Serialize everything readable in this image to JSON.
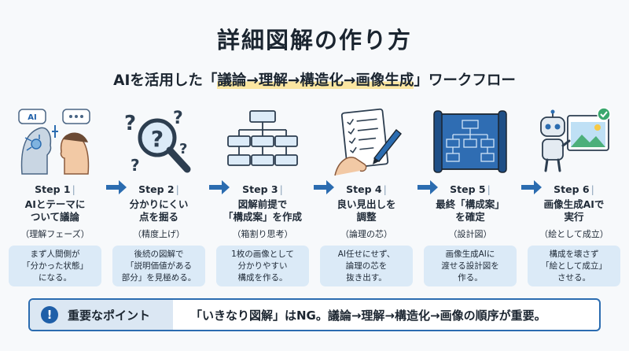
{
  "title": "詳細図解の作り方",
  "subtitle": {
    "prefix": "AIを活用した「",
    "highlight": "議論→理解→構造化→画像生成",
    "suffix": "」ワークフロー"
  },
  "steps": [
    {
      "label": "Step 1",
      "desc1": "AIとテーマに",
      "desc2": "ついて議論",
      "sub": "（理解フェーズ）",
      "box": [
        "まず人間側が",
        "「分かった状態」",
        "になる。"
      ],
      "icon": "ai-human-dialogue-icon"
    },
    {
      "label": "Step 2",
      "desc1": "分かりにくい",
      "desc2": "点を掘る",
      "sub": "（精度上げ）",
      "box": [
        "後続の図解で",
        "「説明価値がある",
        "部分」を見極める。"
      ],
      "icon": "magnifier-question-icon"
    },
    {
      "label": "Step 3",
      "desc1": "図解前提で",
      "desc2": "「構成案」を作成",
      "sub": "（箱割り思考）",
      "box": [
        "1枚の画像として",
        "分かりやすい",
        "構成を作る。"
      ],
      "icon": "flowchart-icon"
    },
    {
      "label": "Step 4",
      "desc1": "良い見出しを",
      "desc2": "調整",
      "sub": "（論理の芯）",
      "box": [
        "AI任せにせず、",
        "論理の芯を",
        "抜き出す。"
      ],
      "icon": "checklist-pen-icon"
    },
    {
      "label": "Step 5",
      "desc1": "最終「構成案」",
      "desc2": "を確定",
      "sub": "（設計図）",
      "box": [
        "画像生成AIに",
        "渡せる設計図を",
        "作る。"
      ],
      "icon": "blueprint-icon"
    },
    {
      "label": "Step 6",
      "desc1": "画像生成AIで",
      "desc2": "実行",
      "sub": "（絵として成立）",
      "box": [
        "構成を壊さず",
        "「絵として成立」",
        "させる。"
      ],
      "icon": "robot-image-icon"
    }
  ],
  "point": {
    "icon": "!",
    "title": "重要なポイント",
    "text": "「いきなり図解」はNG。議論→理解→構造化→画像の順序が重要。"
  },
  "colors": {
    "accent": "#2b6cb0",
    "box": "#dbeaf7",
    "highlight": "#fbe6a1"
  }
}
